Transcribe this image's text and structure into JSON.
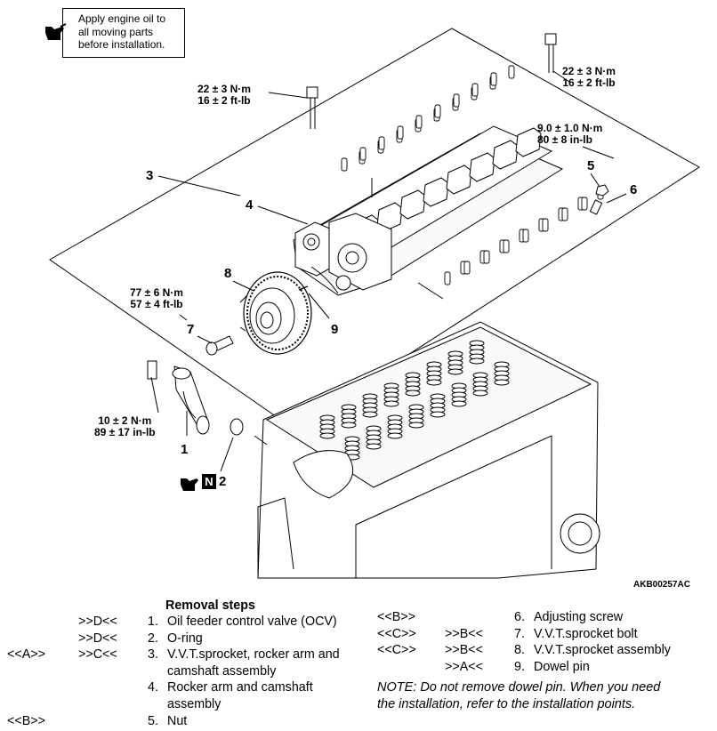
{
  "note_box": {
    "text": "Apply engine oil to\nall moving parts\nbefore installation.",
    "icon": "oil-can-icon"
  },
  "torques": {
    "bolt_center": "22 ± 3 N·m\n16 ± 2 ft-lb",
    "bolt_right": "22 ± 3 N·m\n16 ± 2 ft-lb",
    "nut": "9.0 ± 1.0 N·m\n80 ± 8 in-lb",
    "sprocket_bolt": "77 ± 6 N·m\n57 ± 4 ft-lb",
    "ocv_bolt": "10 ± 2 N·m\n89 ± 17 in-lb"
  },
  "callouts": {
    "c1": "1",
    "c2": "2",
    "c3": "3",
    "c4": "4",
    "c5": "5",
    "c6": "6",
    "c7": "7",
    "c8": "8",
    "c9": "9"
  },
  "new_part_mark": "N",
  "figure_id": "AKB00257AC",
  "removal": {
    "heading": "Removal steps",
    "left": [
      {
        "inst": "",
        "rem": ">>D<<",
        "num": "1.",
        "text": "Oil feeder control valve (OCV)"
      },
      {
        "inst": "",
        "rem": ">>D<<",
        "num": "2.",
        "text": "O-ring"
      },
      {
        "inst": "<<A>>",
        "rem": ">>C<<",
        "num": "3.",
        "text": "V.V.T.sprocket, rocker arm and"
      },
      {
        "inst": "",
        "rem": "",
        "num": "",
        "text": "camshaft assembly"
      },
      {
        "inst": "",
        "rem": "",
        "num": "4.",
        "text": "Rocker arm and camshaft"
      },
      {
        "inst": "",
        "rem": "",
        "num": "",
        "text": "assembly"
      },
      {
        "inst": "<<B>>",
        "rem": "",
        "num": "5.",
        "text": "Nut"
      }
    ],
    "right": [
      {
        "inst": "<<B>>",
        "rem": "",
        "num": "6.",
        "text": "Adjusting screw"
      },
      {
        "inst": "<<C>>",
        "rem": ">>B<<",
        "num": "7.",
        "text": "V.V.T.sprocket bolt"
      },
      {
        "inst": "<<C>>",
        "rem": ">>B<<",
        "num": "8.",
        "text": "V.V.T.sprocket assembly"
      },
      {
        "inst": "",
        "rem": ">>A<<",
        "num": "9.",
        "text": "Dowel pin"
      }
    ],
    "note": [
      "NOTE: Do not remove dowel pin. When you need",
      "the installation, refer to the installation points."
    ]
  }
}
